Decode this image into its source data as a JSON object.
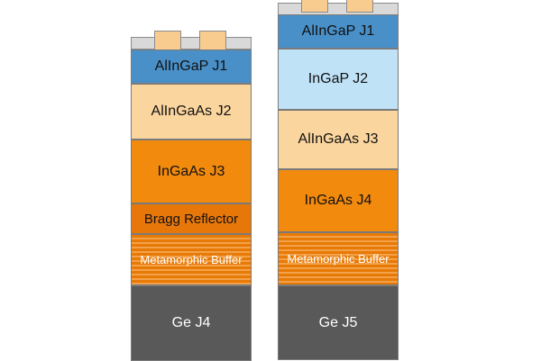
{
  "colors": {
    "contact_bar": "#d9d9d9",
    "contact_pad": "#f8cc8f",
    "alingap": "#4a90c8",
    "ingap": "#bfe2f7",
    "alingaas": "#fbd59e",
    "ingaas": "#f28a0e",
    "bragg": "#e8770a",
    "metamorphic": "#e77a05",
    "ge": "#595959",
    "border": "#7a7a7a"
  },
  "left_stack": {
    "layers": [
      {
        "label": "AlInGaP J1"
      },
      {
        "label": "AlInGaAs J2"
      },
      {
        "label": "InGaAs J3"
      },
      {
        "label": "Bragg Reflector"
      },
      {
        "label": "Metamorphic Buffer"
      },
      {
        "label": "Ge J4"
      }
    ]
  },
  "right_stack": {
    "layers": [
      {
        "label": "AlInGaP J1"
      },
      {
        "label": "InGaP J2"
      },
      {
        "label": "AlInGaAs J3"
      },
      {
        "label": "InGaAs J4"
      },
      {
        "label": "Metamorphic Buffer"
      },
      {
        "label": "Ge J5"
      }
    ]
  }
}
